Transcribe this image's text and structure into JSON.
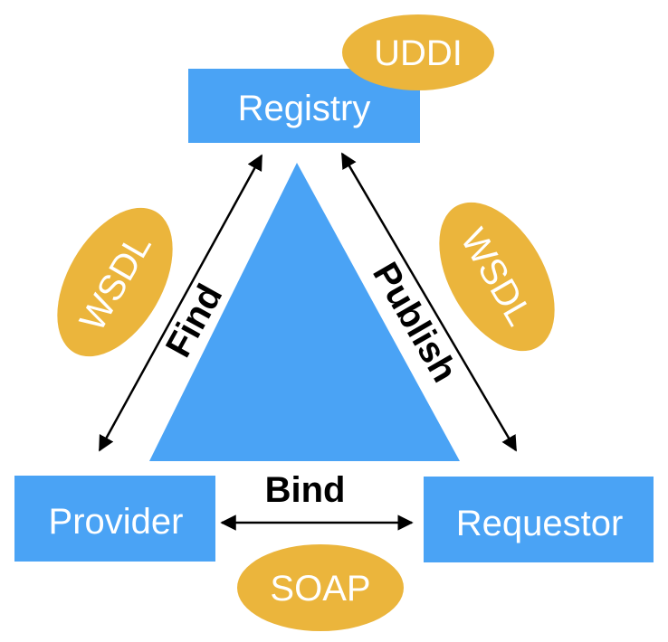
{
  "nodes": {
    "registry": "Registry",
    "provider": "Provider",
    "requestor": "Requestor"
  },
  "tags": {
    "registry_tag": "UDDI",
    "find_tag": "WSDL",
    "publish_tag": "WSDL",
    "bind_tag": "SOAP"
  },
  "edges": {
    "find": "Find",
    "publish": "Publish",
    "bind": "Bind"
  },
  "colors": {
    "box_fill": "#4aa3f5",
    "tag_fill": "#ebb53c",
    "arrow": "#000000",
    "text_on_box": "#ffffff"
  }
}
